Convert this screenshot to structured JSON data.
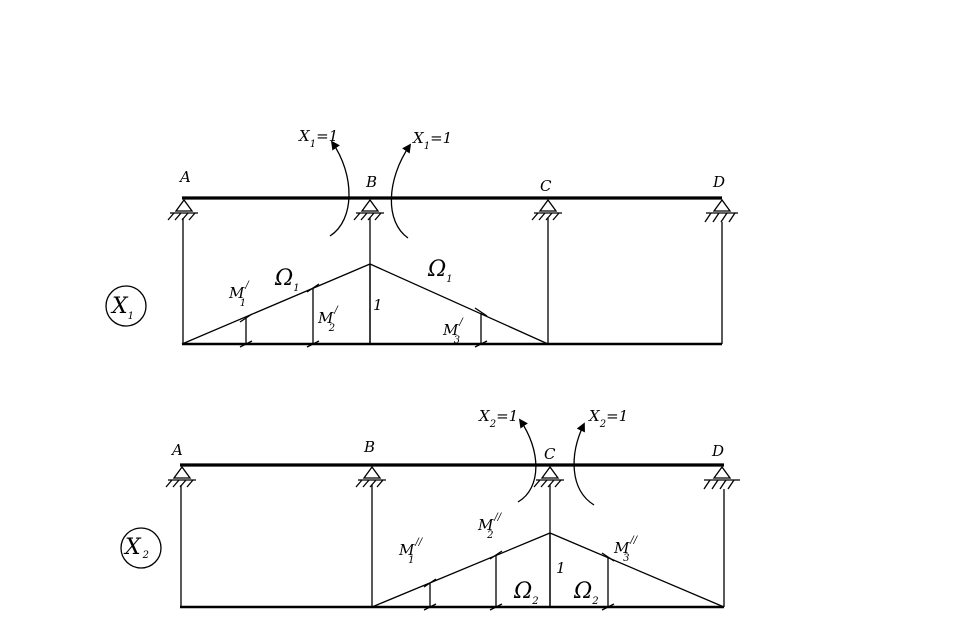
{
  "diagram1": {
    "support_labels": [
      "A",
      "B",
      "C",
      "D"
    ],
    "moment_left": {
      "letter": "X",
      "sub": "1",
      "val": "=1"
    },
    "moment_right": {
      "letter": "X",
      "sub": "1",
      "val": "=1"
    },
    "circle_label": {
      "letter": "X",
      "sub": "1"
    },
    "area_left": {
      "symbol": "Ω",
      "sub": "1"
    },
    "area_right": {
      "symbol": "Ω",
      "sub": "1"
    },
    "ord_1": {
      "letter": "M",
      "sub": "1",
      "sup": "/"
    },
    "ord_2": {
      "letter": "M",
      "sub": "2",
      "sup": "/"
    },
    "ord_3": {
      "letter": "M",
      "sub": "3",
      "sup": "/"
    },
    "peak_value": "1"
  },
  "diagram2": {
    "support_labels": [
      "A",
      "B",
      "C",
      "D"
    ],
    "moment_left": {
      "letter": "X",
      "sub": "2",
      "val": "=1"
    },
    "moment_right": {
      "letter": "X",
      "sub": "2",
      "val": "=1"
    },
    "circle_label": {
      "letter": "X",
      "sub": "2"
    },
    "area_left": {
      "symbol": "Ω",
      "sub": "2"
    },
    "area_right": {
      "symbol": "Ω",
      "sub": "2"
    },
    "ord_1": {
      "letter": "M",
      "sub": "1",
      "sup": "//"
    },
    "ord_2": {
      "letter": "M",
      "sub": "2",
      "sup": "//"
    },
    "ord_3": {
      "letter": "M",
      "sub": "3",
      "sup": "//"
    },
    "peak_value": "1"
  }
}
